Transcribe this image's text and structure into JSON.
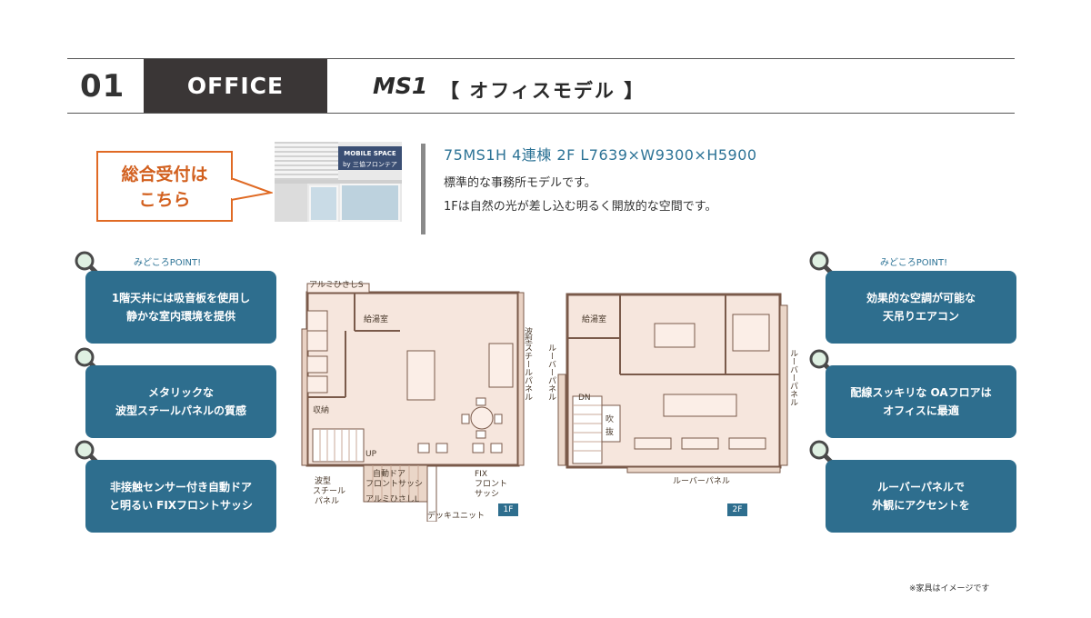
{
  "header": {
    "number": "01",
    "category": "OFFICE",
    "model_code": "MS1",
    "model_name": "【 オフィスモデル 】"
  },
  "reception": {
    "line1": "総合受付は",
    "line2": "こちら"
  },
  "photo": {
    "sign_line1": "MOBILE SPACE",
    "sign_line2": "by 三協フロンテア"
  },
  "spec": {
    "title": "75MS1H 4連棟 2F  L7639×W9300×H5900",
    "line1": "標準的な事務所モデルです。",
    "line2": "1Fは自然の光が差し込む明るく開放的な空間です。"
  },
  "points": {
    "left_label": "みどころPOINT!",
    "right_label": "みどころPOINT!",
    "left": [
      {
        "line1": "1階天井には吸音板を使用し",
        "line2": "静かな室内環境を提供"
      },
      {
        "line1": "メタリックな",
        "line2": "波型スチールパネルの質感"
      },
      {
        "line1": "非接触センサー付き自動ドア",
        "line2": "と明るい FIXフロントサッシ"
      }
    ],
    "right": [
      {
        "line1": "効果的な空調が可能な",
        "line2": "天吊りエアコン"
      },
      {
        "line1": "配線スッキリな OAフロアは",
        "line2": "オフィスに最適"
      },
      {
        "line1": "ルーバーパネルで",
        "line2": "外観にアクセントを"
      }
    ]
  },
  "plan1f": {
    "badge": "1F",
    "labels": {
      "awning_s": "アルミひさしS",
      "kitchen": "給湯室",
      "storage": "収納",
      "up": "UP",
      "auto_door_1": "自動ドア",
      "auto_door_2": "フロントサッシ",
      "awning_l": "アルミひさしL",
      "deck": "デッキユニット",
      "fix_1": "FIX",
      "fix_2": "フロント",
      "fix_3": "サッシ",
      "wave_1": "波型",
      "wave_2": "スチール",
      "wave_3": "パネル",
      "wave_side": "波型スチールパネル"
    }
  },
  "plan2f": {
    "badge": "2F",
    "labels": {
      "kitchen": "給湯室",
      "dn": "DN",
      "atrium_1": "吹",
      "atrium_2": "抜",
      "louver_bottom": "ルーバーパネル",
      "louver_left": "ルーバーパネル",
      "louver_right": "ルーバーパネル"
    }
  },
  "colors": {
    "accent_blue": "#2e6e8e",
    "reception_orange": "#e06a24",
    "floor_fill": "#f6e6dd",
    "wall": "#7a5a4a"
  },
  "footnote": "※家具はイメージです"
}
